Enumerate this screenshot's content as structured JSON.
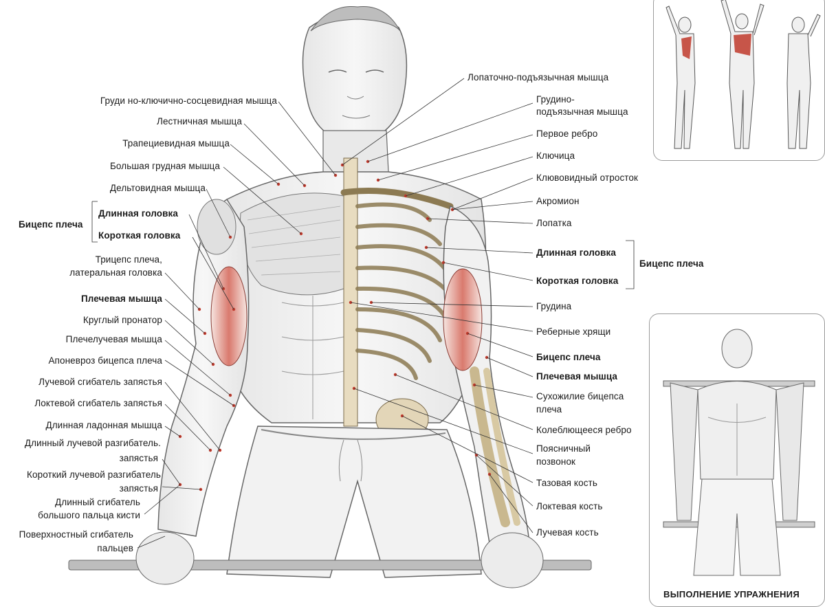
{
  "left_labels": [
    "Груди но-ключично-сосцевидная мышца",
    "Лестничная мышца",
    "Трапециевидная мышца",
    "Большая грудная мышца",
    "Дельтовидная мышца",
    "Длинная головка",
    "Короткая головка",
    "Трицепс плеча,",
    "латеральная головка",
    "Плечевая мышца",
    "Круглый пронатор",
    "Плечелучевая мышца",
    "Апоневроз бицепса плеча",
    "Лучевой сгибатель запястья",
    "Локтевой сгибатель запястья",
    "Длинная ладонная мышца",
    "Длинный лучевой разгибатель.",
    "запястья",
    "Короткий лучевой разгибатель",
    "запястья",
    "Длинный сгибатель",
    "большого пальца кисти",
    "Поверхностный сгибатель",
    "пальцев"
  ],
  "left_group_label": "Бицепс плеча",
  "right_labels": [
    "Лопаточно-подъязычная мышца",
    "Грудино-",
    "подъязычная мышца",
    "Первое ребро",
    "Ключица",
    "Клювовидный отросток",
    "Акромион",
    "Лопатка",
    "Длинная головка",
    "Короткая головка",
    "Грудина",
    "Реберные хрящи",
    "Бицепс плеча",
    "Плечевая мышца",
    "Сухожилие бицепса",
    "плеча",
    "Колеблющееся ребро",
    "Поясничный",
    "позвонок",
    "Тазовая кость",
    "Локтевая кость",
    "Лучевая кость"
  ],
  "right_group_label": "Бицепс плеча",
  "exercise_caption": "ВЫПОЛНЕНИЕ УПРАЖНЕНИЯ",
  "colors": {
    "muscle_red": "#c0392b",
    "bone": "#e3d6b8",
    "skin": "#efefef",
    "outline": "#555555"
  }
}
